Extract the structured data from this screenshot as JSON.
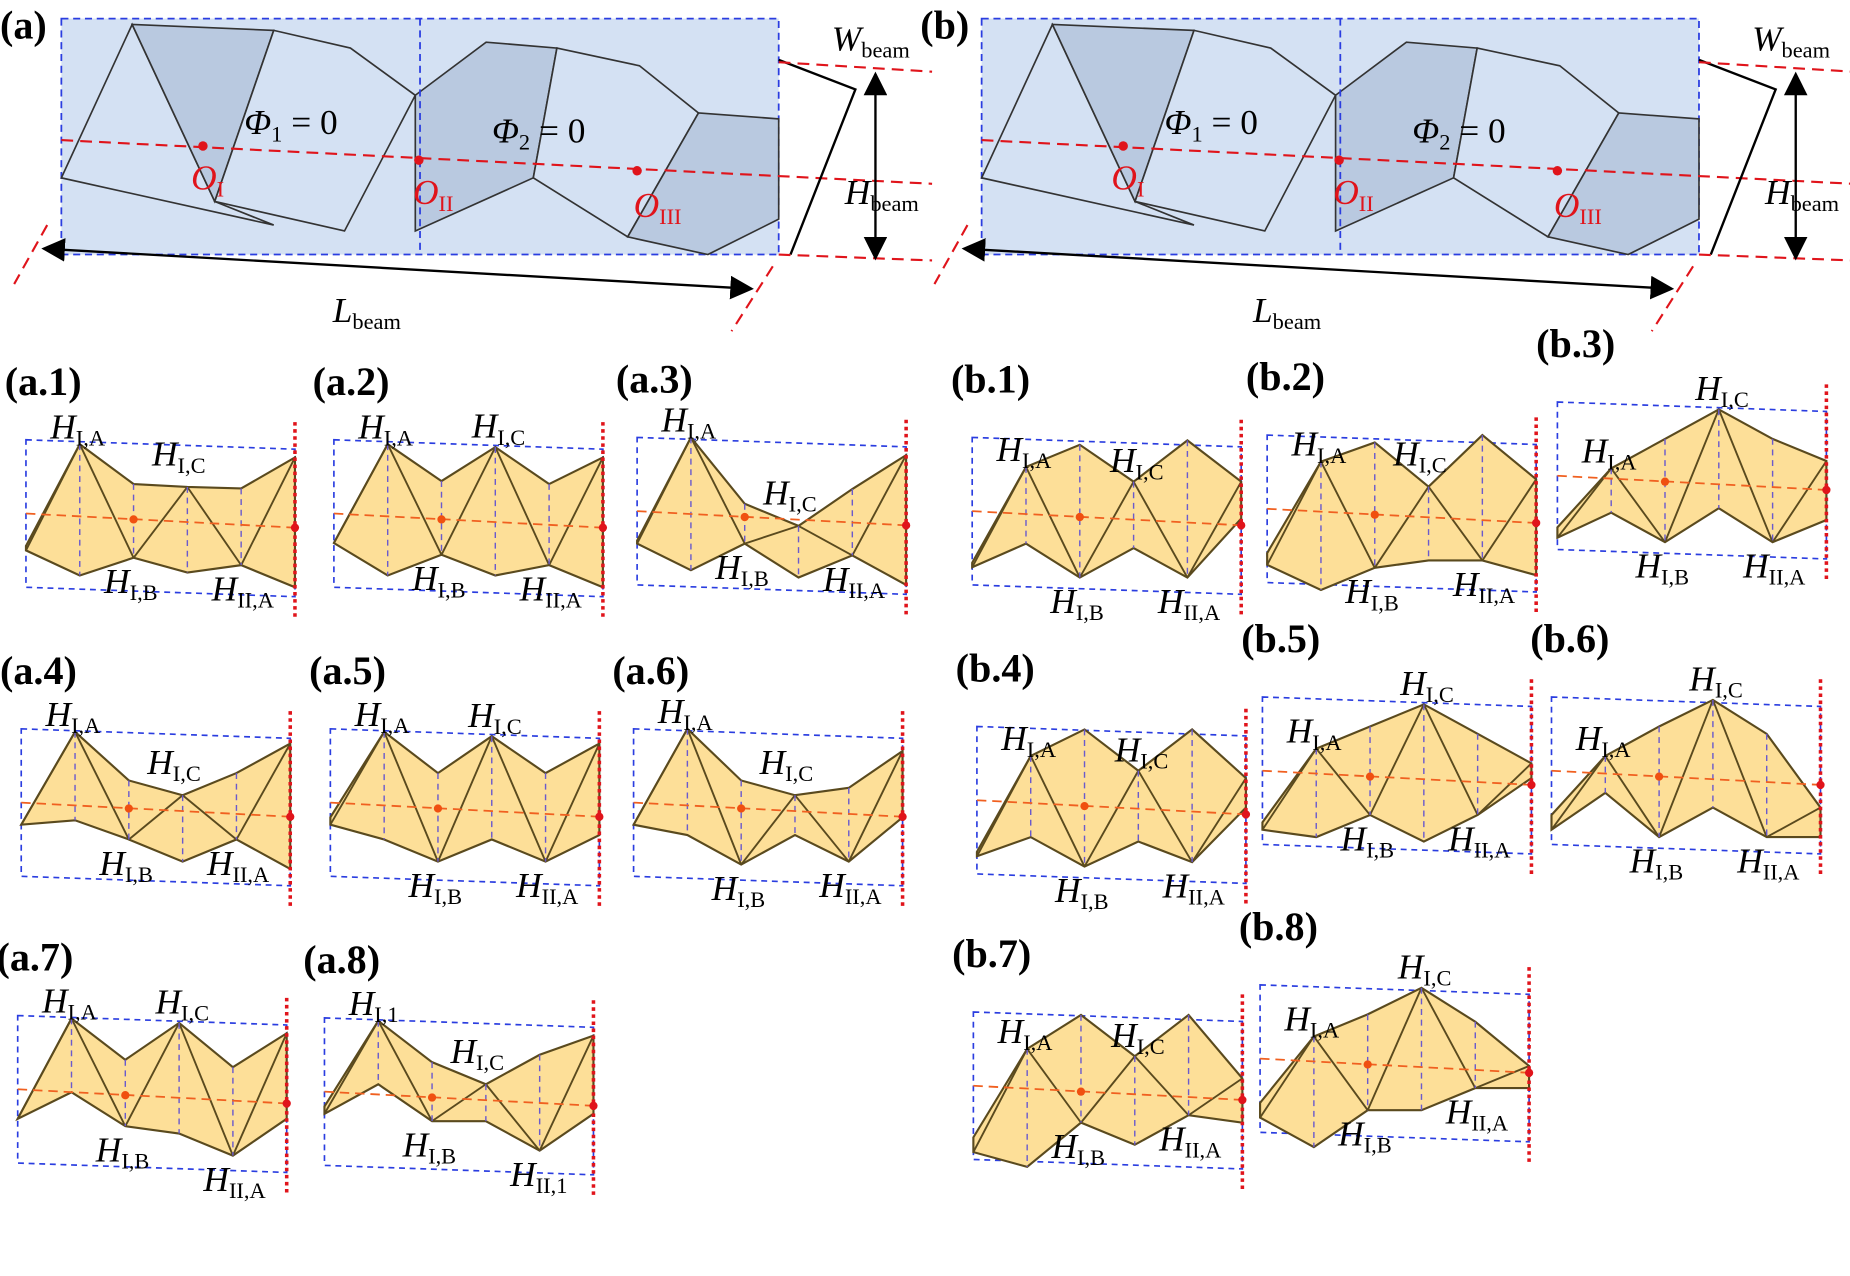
{
  "main_panels": [
    {
      "id": "a",
      "label": "(a)",
      "phi1": {
        "main": "Φ",
        "sub": "1",
        "rest": " = 0"
      },
      "phi2": {
        "main": "Φ",
        "sub": "2",
        "rest": " = 0"
      },
      "origins": [
        {
          "main": "O",
          "sub": "I"
        },
        {
          "main": "O",
          "sub": "II"
        },
        {
          "main": "O",
          "sub": "III"
        }
      ],
      "width": {
        "main": "W",
        "sub": "beam"
      },
      "height": {
        "main": "H",
        "sub": "beam"
      },
      "length": {
        "main": "L",
        "sub": "beam"
      }
    },
    {
      "id": "b",
      "label": "(b)",
      "phi1": {
        "main": "Φ",
        "sub": "1",
        "rest": " = 0"
      },
      "phi2": {
        "main": "Φ",
        "sub": "2",
        "rest": " = 0"
      },
      "origins": [
        {
          "main": "O",
          "sub": "I"
        },
        {
          "main": "O",
          "sub": "II"
        },
        {
          "main": "O",
          "sub": "III"
        }
      ],
      "width": {
        "main": "W",
        "sub": "beam"
      },
      "height": {
        "main": "H",
        "sub": "beam"
      },
      "length": {
        "main": "L",
        "sub": "beam"
      }
    }
  ],
  "subpanels": [
    {
      "label": "(a.1)",
      "marks": [
        {
          "main": "H",
          "sub": "I,A"
        },
        {
          "main": "H",
          "sub": "I,C"
        },
        {
          "main": "H",
          "sub": "I,B"
        },
        {
          "main": "H",
          "sub": "II,A"
        }
      ]
    },
    {
      "label": "(a.2)",
      "marks": [
        {
          "main": "H",
          "sub": "I,A"
        },
        {
          "main": "H",
          "sub": "I,C"
        },
        {
          "main": "H",
          "sub": "I,B"
        },
        {
          "main": "H",
          "sub": "II,A"
        }
      ]
    },
    {
      "label": "(a.3)",
      "marks": [
        {
          "main": "H",
          "sub": "I,A"
        },
        {
          "main": "H",
          "sub": "I,C"
        },
        {
          "main": "H",
          "sub": "I,B"
        },
        {
          "main": "H",
          "sub": "II,A"
        }
      ]
    },
    {
      "label": "(a.4)",
      "marks": [
        {
          "main": "H",
          "sub": "I,A"
        },
        {
          "main": "H",
          "sub": "I,C"
        },
        {
          "main": "H",
          "sub": "I,B"
        },
        {
          "main": "H",
          "sub": "II,A"
        }
      ]
    },
    {
      "label": "(a.5)",
      "marks": [
        {
          "main": "H",
          "sub": "I,A"
        },
        {
          "main": "H",
          "sub": "I,C"
        },
        {
          "main": "H",
          "sub": "I,B"
        },
        {
          "main": "H",
          "sub": "II,A"
        }
      ]
    },
    {
      "label": "(a.6)",
      "marks": [
        {
          "main": "H",
          "sub": "I,A"
        },
        {
          "main": "H",
          "sub": "I,C"
        },
        {
          "main": "H",
          "sub": "I,B"
        },
        {
          "main": "H",
          "sub": "II,A"
        }
      ]
    },
    {
      "label": "(a.7)",
      "marks": [
        {
          "main": "H",
          "sub": "I,A"
        },
        {
          "main": "H",
          "sub": "I,C"
        },
        {
          "main": "H",
          "sub": "I,B"
        },
        {
          "main": "H",
          "sub": "II,A"
        }
      ]
    },
    {
      "label": "(a.8)",
      "marks": [
        {
          "main": "H",
          "sub": "I,1"
        },
        {
          "main": "H",
          "sub": "I,C"
        },
        {
          "main": "H",
          "sub": "I,B"
        },
        {
          "main": "H",
          "sub": "II,1"
        }
      ]
    },
    {
      "label": "(b.1)",
      "marks": [
        {
          "main": "H",
          "sub": "I,A"
        },
        {
          "main": "H",
          "sub": "I,C"
        },
        {
          "main": "H",
          "sub": "I,B"
        },
        {
          "main": "H",
          "sub": "II,A"
        }
      ]
    },
    {
      "label": "(b.2)",
      "marks": [
        {
          "main": "H",
          "sub": "I,A"
        },
        {
          "main": "H",
          "sub": "I,C"
        },
        {
          "main": "H",
          "sub": "I,B"
        },
        {
          "main": "H",
          "sub": "II,A"
        }
      ]
    },
    {
      "label": "(b.3)",
      "marks": [
        {
          "main": "H",
          "sub": "I,A"
        },
        {
          "main": "H",
          "sub": "I,C"
        },
        {
          "main": "H",
          "sub": "I,B"
        },
        {
          "main": "H",
          "sub": "II,A"
        }
      ]
    },
    {
      "label": "(b.4)",
      "marks": [
        {
          "main": "H",
          "sub": "I,A"
        },
        {
          "main": "H",
          "sub": "I,C"
        },
        {
          "main": "H",
          "sub": "I,B"
        },
        {
          "main": "H",
          "sub": "II,A"
        }
      ]
    },
    {
      "label": "(b.5)",
      "marks": [
        {
          "main": "H",
          "sub": "I,A"
        },
        {
          "main": "H",
          "sub": "I,C"
        },
        {
          "main": "H",
          "sub": "I,B"
        },
        {
          "main": "H",
          "sub": "II,A"
        }
      ]
    },
    {
      "label": "(b.6)",
      "marks": [
        {
          "main": "H",
          "sub": "I,A"
        },
        {
          "main": "H",
          "sub": "I,C"
        },
        {
          "main": "H",
          "sub": "I,B"
        },
        {
          "main": "H",
          "sub": "II,A"
        }
      ]
    },
    {
      "label": "(b.7)",
      "marks": [
        {
          "main": "H",
          "sub": "I,A"
        },
        {
          "main": "H",
          "sub": "I,C"
        },
        {
          "main": "H",
          "sub": "I,B"
        },
        {
          "main": "H",
          "sub": "II,A"
        }
      ]
    },
    {
      "label": "(b.8)",
      "marks": [
        {
          "main": "H",
          "sub": "I,A"
        },
        {
          "main": "H",
          "sub": "I,C"
        },
        {
          "main": "H",
          "sub": "I,B"
        },
        {
          "main": "H",
          "sub": "II,A"
        }
      ]
    }
  ],
  "colors": {
    "strip_fill": "#fddf98",
    "strip_edge": "#5a4a1e",
    "box_blue": "#2a3de0",
    "axis_red": "#e0141b",
    "beam_fill": "#c9d9f0"
  }
}
